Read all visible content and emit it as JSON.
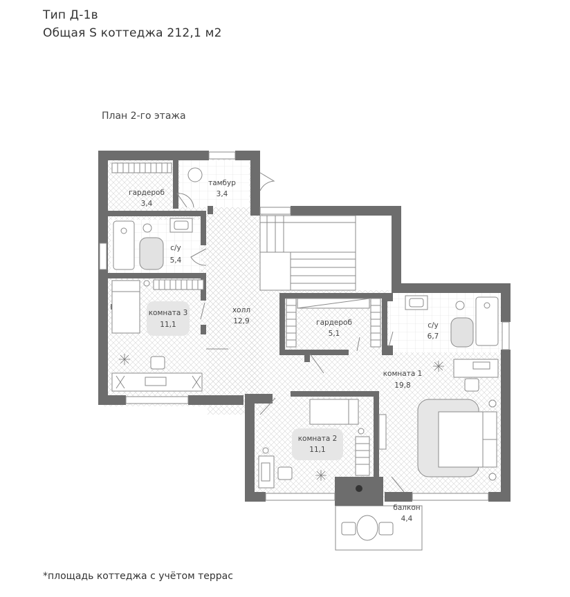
{
  "header": {
    "type_line": "Тип Д-1в",
    "area_line": "Общая S коттеджа 212,1 м2"
  },
  "plan": {
    "title": "План 2-го этажа",
    "rooms": {
      "wardrobe_small": {
        "name": "гардероб",
        "area": "3,4"
      },
      "vestibule": {
        "name": "тамбур",
        "area": "3,4"
      },
      "bathroom_left": {
        "name": "с/у",
        "area": "5,4"
      },
      "room3": {
        "name": "комната 3",
        "area": "11,1"
      },
      "hall": {
        "name": "холл",
        "area": "12,9"
      },
      "wardrobe_mid": {
        "name": "гардероб",
        "area": "5,1"
      },
      "bathroom_right": {
        "name": "с/у",
        "area": "6,7"
      },
      "room1": {
        "name": "комната 1",
        "area": "19,8"
      },
      "room2": {
        "name": "комната 2",
        "area": "11,1"
      },
      "balcony": {
        "name": "балкон",
        "area": "4,4"
      }
    }
  },
  "footnote": "*площадь коттеджа с учётом террас",
  "colors": {
    "wall": "#6d6d6d",
    "line": "#8a8a8a",
    "room_badge": "#e6e6e6"
  }
}
